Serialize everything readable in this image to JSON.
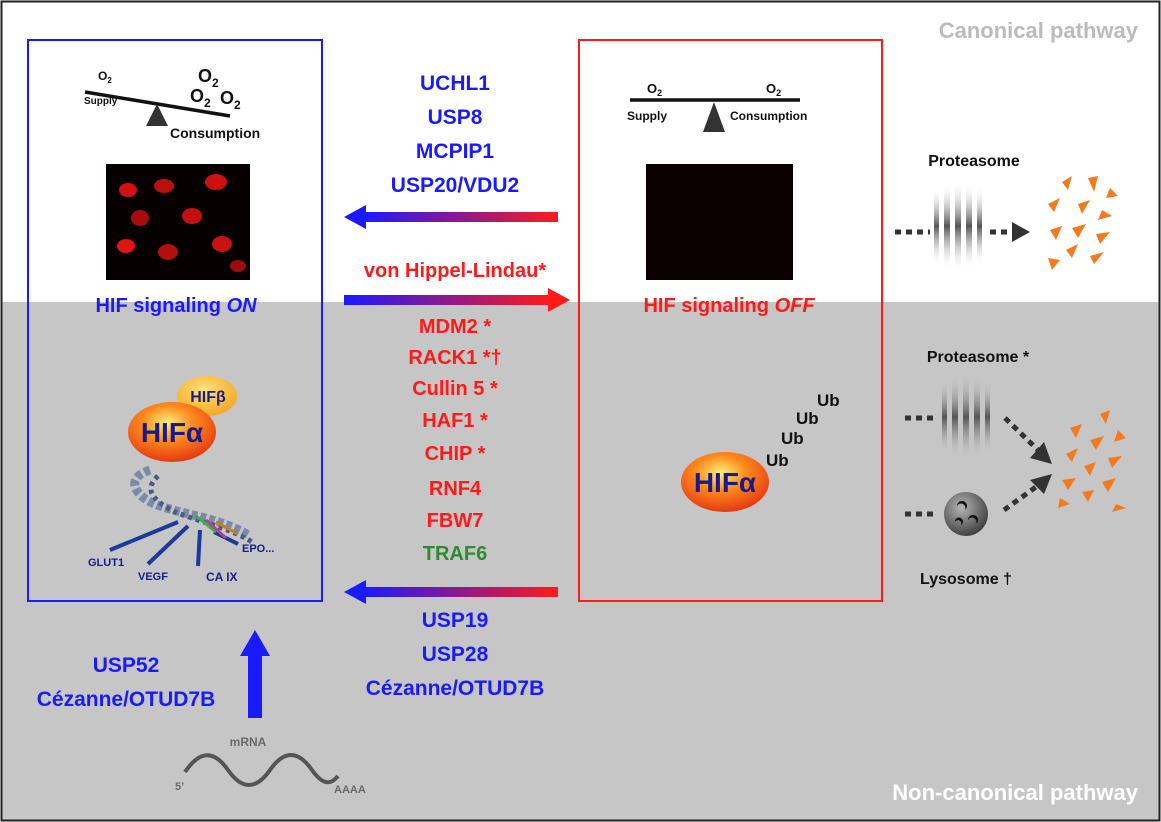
{
  "regions": {
    "canonical_label": "Canonical pathway",
    "noncanonical_label": "Non-canonical pathway"
  },
  "left_panel": {
    "balance": {
      "o2_small": "O",
      "o2_small_sub": "2",
      "supply": "Supply",
      "consumption": "Consumption",
      "o2_big": "O",
      "o2_big_sub": "2"
    },
    "status_prefix": "HIF signaling ",
    "status_state": "ON",
    "hif_beta": "HIFβ",
    "hif_alpha": "HIFα",
    "targets": [
      "GLUT1",
      "VEGF",
      "CA IX",
      "EPO..."
    ]
  },
  "right_panel": {
    "balance": {
      "o2_left": "O",
      "o2_right": "O",
      "sub": "2",
      "supply": "Supply",
      "consumption": "Consumption"
    },
    "status_prefix": "HIF signaling ",
    "status_state": "OFF",
    "hif_alpha": "HIFα",
    "ub": [
      "Ub",
      "Ub",
      "Ub",
      "Ub"
    ]
  },
  "top_dubs": [
    "UCHL1",
    "USP8",
    "MCPIP1",
    "USP20/VDU2"
  ],
  "vhl": "von Hippel-Lindau*",
  "ligases": [
    {
      "text": "MDM2 *",
      "color": "red"
    },
    {
      "text": "RACK1 *†",
      "color": "red"
    },
    {
      "text": "Cullin 5 *",
      "color": "red"
    },
    {
      "text": "HAF1 *",
      "color": "red"
    },
    {
      "text": "CHIP *",
      "color": "red"
    },
    {
      "text": "RNF4",
      "color": "red"
    },
    {
      "text": "FBW7",
      "color": "red"
    },
    {
      "text": "TRAF6",
      "color": "green"
    }
  ],
  "bottom_dubs": [
    "USP19",
    "USP28",
    "Cézanne/OTUD7B"
  ],
  "transcription": {
    "regulators": [
      "USP52",
      "Cézanne/OTUD7B"
    ],
    "mrna": "mRNA",
    "five_prime": "5’",
    "polya": "AAAA"
  },
  "degradation": {
    "proteasome_top": "Proteasome",
    "proteasome_bottom": "Proteasome *",
    "lysosome": "Lysosome †"
  },
  "colors": {
    "blue": "#1a1aff",
    "red": "#ff1a1a",
    "green": "#2e8b2e",
    "grey_region": "#c6c6c6",
    "orange_fragments": "#f47a1e"
  }
}
